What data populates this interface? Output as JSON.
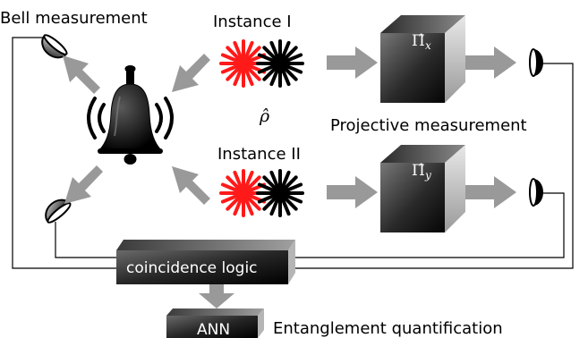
{
  "labels": {
    "bell_measurement": "Bell measurement",
    "instance_1": "Instance I",
    "instance_2": "Instance II",
    "rho": "ρ̂",
    "projective_measurement": "Projective measurement",
    "pi_x_base": "Π̂",
    "pi_x_sub": "x",
    "pi_y_base": "Π̂",
    "pi_y_sub": "y",
    "coincidence_logic": "coincidence logic",
    "ann": "ANN",
    "entanglement_quantification": "Entanglement quantification"
  },
  "colors": {
    "arrow": "#999999",
    "source_red": "#ff1a1a",
    "source_black": "#000000",
    "cube_dark": "#111111",
    "cube_light": "#cfcfcf",
    "wire": "#000000"
  },
  "icons": {
    "bell": "bell-icon",
    "detector": "detector-icon",
    "source": "photon-source-icon",
    "measurement_box": "cube-icon"
  }
}
